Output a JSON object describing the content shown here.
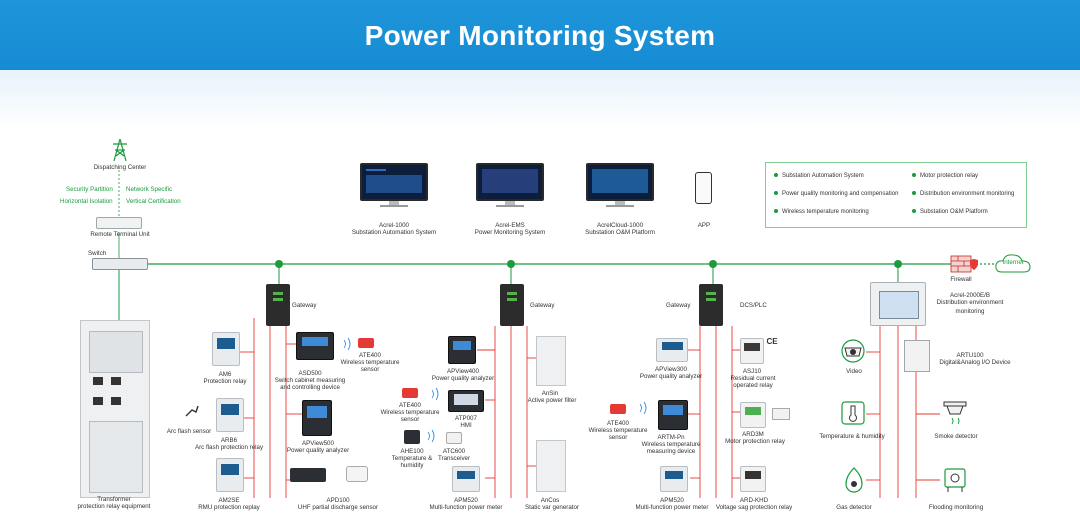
{
  "header": {
    "title": "Power Monitoring System",
    "bg_color": "#1a90d6"
  },
  "dispatch": {
    "center_label": "Dispatching Center",
    "security_partition": "Security Partition",
    "network_specific": "Network Specific",
    "horizontal_isolation": "Horizontal Isolation",
    "vertical_certification": "Vertical Certification",
    "rtu_label": "Remote Terminal Unit",
    "switch_label": "Switch"
  },
  "platforms": [
    {
      "name": "Acrel-1000",
      "desc": "Substation Automation System"
    },
    {
      "name": "Acrel-EMS",
      "desc": "Power Monitoring System"
    },
    {
      "name": "AcrelCloud-1000",
      "desc": "Substation O&M Platform"
    },
    {
      "name": "APP",
      "desc": ""
    }
  ],
  "legend": {
    "items": [
      "Substation Automation System",
      "Motor protection relay",
      "Power quality monitoring and compensation",
      "Distribution environment monitoring",
      "Wireless temperature monitoring",
      "Substation O&M Platform"
    ]
  },
  "network": {
    "firewall": "Firewall",
    "internet": "Internet",
    "accent": "#1c9a3e",
    "red": "#e53935"
  },
  "gateways": {
    "label": "Gateway",
    "dcs": "DCS/PLC"
  },
  "group1": {
    "transformer": [
      "Transformer",
      "protection relay equipment"
    ],
    "arc_sensor": "Arc flash sensor",
    "am6": [
      "AM6",
      "Protection relay"
    ],
    "arb6": [
      "ARB6",
      "Arc flash protection relay"
    ],
    "am2se": [
      "AM2SE",
      "RMU protection replay"
    ],
    "ate400": [
      "ATE400",
      "Wireless temperature",
      "sensor"
    ],
    "asd500": [
      "ASD500",
      "Switch cabinet measuring",
      "and controlling device"
    ],
    "apview500": [
      "APView500",
      "Power quality analyzer"
    ],
    "apd100": [
      "APD100",
      "UHF partial discharge sensor"
    ]
  },
  "group2": {
    "apview400": [
      "APView400",
      "Power quality analyzer"
    ],
    "ate400": [
      "ATE400",
      "Wireless temperature",
      "sensor"
    ],
    "atp007": [
      "ATP007",
      "HMI"
    ],
    "ahe100": [
      "AHE100",
      "Temperature &",
      "humidity"
    ],
    "atc600": [
      "ATC600",
      "Transceiver"
    ],
    "apm520": [
      "APM520",
      "Multi-function power meter"
    ],
    "ansin": [
      "AnSin",
      "Active power filter"
    ],
    "ancos": [
      "AnCos",
      "Static var generator"
    ]
  },
  "group3": {
    "apview300": [
      "APView300",
      "Power quality analyzer"
    ],
    "asj10": [
      "ASJ10",
      "Residual current",
      "operated relay"
    ],
    "ce": "CE",
    "ate400": [
      "ATE400",
      "Wireless temperature",
      "sensor"
    ],
    "artm": [
      "ARTM-Pn",
      "Wireless temperature",
      "measuring device"
    ],
    "ard3m": [
      "ARD3M",
      "Motor protection relay"
    ],
    "apm520": [
      "APM520",
      "Multi-function power meter"
    ],
    "ard": [
      "ARD-KHD",
      "Voltage sag protection relay"
    ]
  },
  "group4": {
    "acrel2000": [
      "Acrel-2000E/B",
      "Distribution environment",
      "monitoring"
    ],
    "video": "Video",
    "artu100": [
      "ARTU100",
      "Digital&Analog I/O Device"
    ],
    "temp_humidity": "Temperature & humidity",
    "smoke": "Smoke detector",
    "gas": "Gas detector",
    "flooding": "Flooding monitoring"
  }
}
